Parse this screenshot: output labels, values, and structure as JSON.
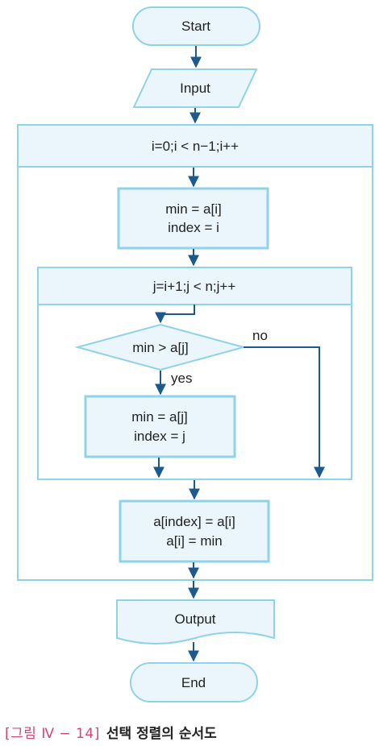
{
  "colors": {
    "stroke": "#8fd3e8",
    "fill": "#eaf6fb",
    "arrow": "#1c5a8e",
    "text": "#222222",
    "caption_accent": "#d8447a"
  },
  "flowchart": {
    "start": "Start",
    "input": "Input",
    "outer_loop": "i=0;i < n−1;i++",
    "init": [
      "min = a[i]",
      "index = i"
    ],
    "inner_loop": "j=i+1;j < n;j++",
    "condition": "min > a[j]",
    "yes_label": "yes",
    "no_label": "no",
    "update": [
      "min = a[j]",
      "index = j"
    ],
    "swap": [
      "a[index] = a[i]",
      "a[i] = min"
    ],
    "output": "Output",
    "end": "End"
  },
  "caption": {
    "number": "[그림 Ⅳ − 14]",
    "title": "선택 정렬의 순서도"
  }
}
